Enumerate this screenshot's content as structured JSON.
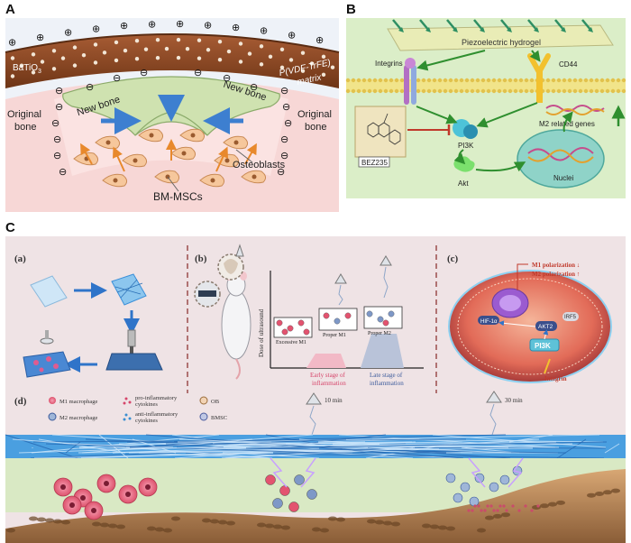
{
  "panels": {
    "a": "A",
    "b": "B",
    "c": "C"
  },
  "panel_a": {
    "ba": "BaTiO",
    "ba_sub": "3",
    "matrix_l1": "P(VDF-TrFE)",
    "matrix_l2": "matrix",
    "orig_l1": "Original",
    "orig_l2": "bone",
    "new_bone": "New bone",
    "osteoblasts": "Osteoblasts",
    "bmscs": "BM-MSCs",
    "plus": "⊕",
    "minus": "⊖",
    "colors": {
      "matrix": "#8a4a2a",
      "newbone": "#cfe2b0",
      "bone": "#f4c7c7",
      "arrow": "#3d7fd0",
      "up": "#e8892c"
    }
  },
  "panel_b": {
    "hydrogel": "Piezoelectric hydrogel",
    "integrins": "Integrins",
    "cd44": "CD44",
    "pi3k": "PI3K",
    "bez": "BEZ235",
    "akt": "Akt",
    "nuclei": "Nuclei",
    "m2genes": "M2 related genes",
    "colors": {
      "bg": "#dbeec8",
      "hydrogel": "#e9ecb6",
      "membrane": "#f1e48a",
      "nucleus": "#8fd3c8"
    }
  },
  "panel_c": {
    "a": "(a)",
    "b": "(b)",
    "c": "(c)",
    "d": "(d)",
    "dose": "Dose of ultrasound",
    "excessive": "Excessive M1",
    "proper_m1": "Proper M1",
    "proper_m2": "Proper M2",
    "early_l1": "Early stage of",
    "early_l2": "inflammation",
    "late_l1": "Late stage of",
    "late_l2": "inflammation",
    "m1pol": "M1 polarization ↓",
    "m2pol": "M2 polarization ↑",
    "hif": "HIF-1α",
    "akt2": "AKT2",
    "irf5": "IRF5",
    "pi3k": "PI3K",
    "integrin": "Integrin",
    "legend": {
      "m1": "M1 macrophage",
      "m2": "M2 macrophage",
      "pro_l1": "pro-inflammatory",
      "pro_l2": "cytokines",
      "anti_l1": "anti-inflammatory",
      "anti_l2": "cytokines",
      "ob": "OB",
      "bmsc": "BMSC"
    },
    "t10": "10 min",
    "t30": "30 min",
    "colors": {
      "bg": "#efe3e5",
      "fiber": "#3a8fd9",
      "bone": "#c99767",
      "cell": "#e3536f"
    }
  }
}
